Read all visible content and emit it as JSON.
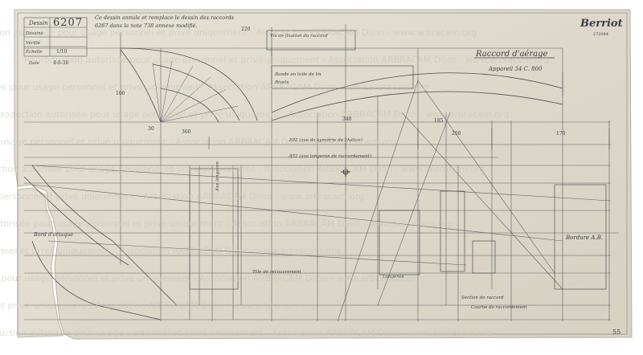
{
  "drawing": {
    "number_label": "Dessin",
    "number": "6207",
    "title": "Raccord d'aérage",
    "subtitle": "Appareil 34 C. 800",
    "header_note_line1": "Ce dessin annule et remplace le dessin des raccords",
    "header_note_line2": "6267 dans la note 738 annexe modifié.",
    "sheet_number": "55"
  },
  "title_block": {
    "rows": [
      {
        "label": "Dessiné",
        "value": ""
      },
      {
        "label": "Vérifié",
        "value": ""
      },
      {
        "label": "Échelle",
        "value": "1/10"
      },
      {
        "label": "Date",
        "value": "4-8-38"
      }
    ]
  },
  "logo": {
    "text": "Berriot",
    "ref": "272044"
  },
  "annotations": {
    "bord_attaque": "Bord d'attaque",
    "bordure": "Bordure A.B.",
    "axe_longeron": "Axe longeron",
    "cote_360": "360",
    "cote_892": "892 (axe de symétrie de l'hélice)",
    "cote_852": "852 (axe longeron de raccordement)",
    "cote_185": "185",
    "cote_220": "220",
    "cote_250": "250",
    "cote_170": "170",
    "cote_30": "30",
    "cote_340": "340",
    "cote_100": "100",
    "note_vis": "Vis de fixation du raccord",
    "note_bande": "Bande en toile de lin",
    "note_rivets": "Rivets",
    "note_tole": "Tôle de recouvrement",
    "note_longeron": "Longeron",
    "note_courbe": "Courbe de raccordement",
    "note_bas": "Section de raccord"
  },
  "watermark": {
    "text": "Reproduction autorisée pour usage personnel et privé uniquement - Association ARBRACAM Dijon - www.arbracam.org"
  }
}
